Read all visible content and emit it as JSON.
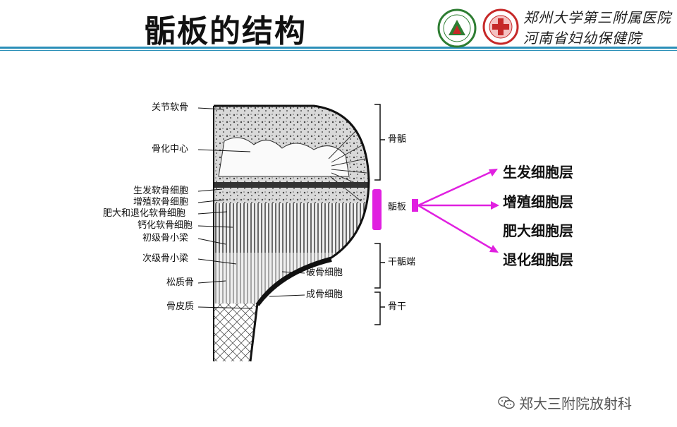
{
  "title": "骺板的结构",
  "hospital": {
    "line1": "郑州大学第三附属医院",
    "line2": "河南省妇幼保健院"
  },
  "left_labels": [
    "关节软骨",
    "骨化中心",
    "生发软骨细胞",
    "增殖软骨细胞",
    "肥大和退化软骨细胞",
    "钙化软骨细胞",
    "初级骨小梁",
    "次级骨小梁",
    "松质骨",
    "骨皮质"
  ],
  "inner_labels": [
    "破骨细胞",
    "成骨细胞"
  ],
  "brace_labels": [
    "骨骺",
    "骺板",
    "干骺端",
    "骨干"
  ],
  "layers": [
    "生发细胞层",
    "增殖细胞层",
    "肥大细胞层",
    "退化细胞层"
  ],
  "watermark": "郑大三附院放射科",
  "colors": {
    "accent": "#e020e0",
    "header_line": "#2a8fb8",
    "ink": "#111111"
  }
}
